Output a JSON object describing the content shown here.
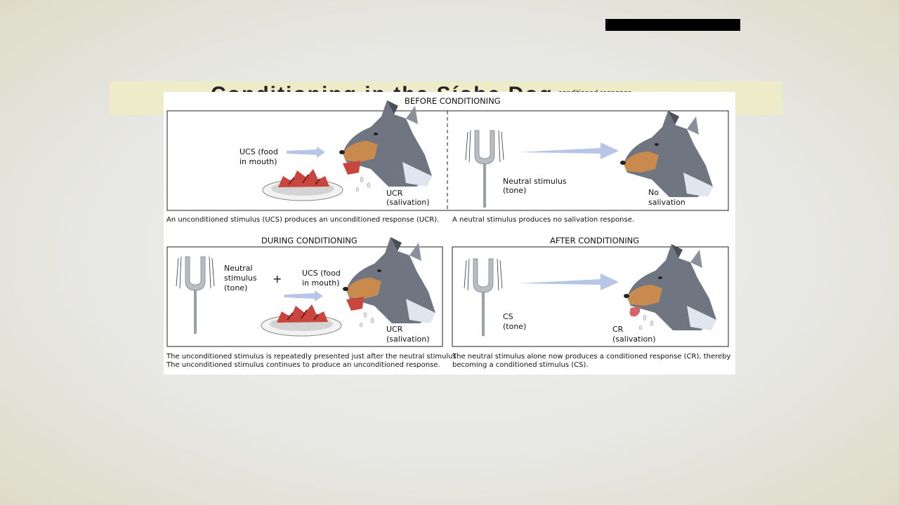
{
  "slide": {
    "title_partial": "Conditioning in the Síobe Dog",
    "peek_text": "conditioned response."
  },
  "figure": {
    "headers": {
      "before": "BEFORE CONDITIONING",
      "during": "DURING CONDITIONING",
      "after": "AFTER CONDITIONING"
    },
    "labels": {
      "ucs_food_1": "UCS (food",
      "ucs_food_2": "in mouth)",
      "ucr_1": "UCR",
      "ucr_2": "(salivation)",
      "neutral_tone_1": "Neutral stimulus",
      "neutral_tone_2": "(tone)",
      "no_salivation_1": "No",
      "no_salivation_2": "salivation",
      "neutral_1": "Neutral",
      "neutral_2": "stimulus",
      "neutral_3": "(tone)",
      "plus": "+",
      "cs_1": "CS",
      "cs_2": "(tone)",
      "cr_1": "CR",
      "cr_2": "(salivation)"
    },
    "captions": {
      "c1": "An unconditioned stimulus (UCS) produces an unconditioned response (UCR).",
      "c2": "A neutral stimulus produces no salivation response.",
      "c3_1": "The unconditioned stimulus is repeatedly presented just after the neutral stimulus.",
      "c3_2": "The unconditioned stimulus continues to produce an unconditioned response.",
      "c4_1": "The neutral stimulus alone now produces a conditioned response (CR), thereby",
      "c4_2": "becoming a conditioned stimulus (CS)."
    },
    "colors": {
      "arrow": "#b7c6e6",
      "dog_gray": "#6f7682",
      "dog_tan": "#c98a4e",
      "food": "#c8463e",
      "tongue": "#d2646a"
    }
  }
}
